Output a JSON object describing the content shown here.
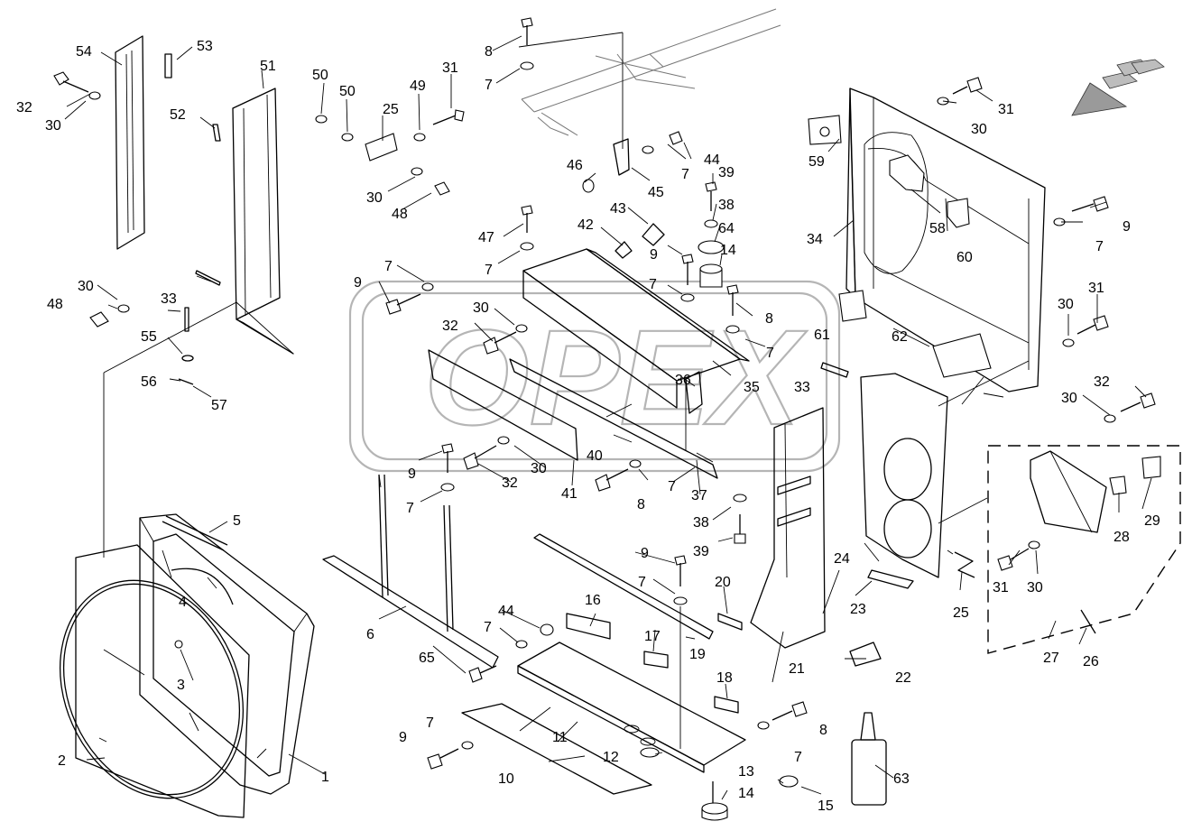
{
  "diagram": {
    "watermark_text": "OPEX",
    "callouts": [
      {
        "id": "c-1",
        "label": "1"
      },
      {
        "id": "c-2",
        "label": "2"
      },
      {
        "id": "c-3",
        "label": "3"
      },
      {
        "id": "c-4",
        "label": "4"
      },
      {
        "id": "c-5",
        "label": "5"
      },
      {
        "id": "c-6",
        "label": "6"
      },
      {
        "id": "c-7a",
        "label": "7"
      },
      {
        "id": "c-7b",
        "label": "7"
      },
      {
        "id": "c-7c",
        "label": "7"
      },
      {
        "id": "c-7d",
        "label": "7"
      },
      {
        "id": "c-7e",
        "label": "7"
      },
      {
        "id": "c-7f",
        "label": "7"
      },
      {
        "id": "c-7g",
        "label": "7"
      },
      {
        "id": "c-7h",
        "label": "7"
      },
      {
        "id": "c-7i",
        "label": "7"
      },
      {
        "id": "c-7j",
        "label": "7"
      },
      {
        "id": "c-7k",
        "label": "7"
      },
      {
        "id": "c-7l",
        "label": "7"
      },
      {
        "id": "c-7m",
        "label": "7"
      },
      {
        "id": "c-8a",
        "label": "8"
      },
      {
        "id": "c-8b",
        "label": "8"
      },
      {
        "id": "c-8c",
        "label": "8"
      },
      {
        "id": "c-8d",
        "label": "8"
      },
      {
        "id": "c-9a",
        "label": "9"
      },
      {
        "id": "c-9b",
        "label": "9"
      },
      {
        "id": "c-9c",
        "label": "9"
      },
      {
        "id": "c-9d",
        "label": "9"
      },
      {
        "id": "c-9e",
        "label": "9"
      },
      {
        "id": "c-9f",
        "label": "9"
      },
      {
        "id": "c-10",
        "label": "10"
      },
      {
        "id": "c-11",
        "label": "11"
      },
      {
        "id": "c-12",
        "label": "12"
      },
      {
        "id": "c-13",
        "label": "13"
      },
      {
        "id": "c-14a",
        "label": "14"
      },
      {
        "id": "c-14b",
        "label": "14"
      },
      {
        "id": "c-15",
        "label": "15"
      },
      {
        "id": "c-16",
        "label": "16"
      },
      {
        "id": "c-17",
        "label": "17"
      },
      {
        "id": "c-18",
        "label": "18"
      },
      {
        "id": "c-19",
        "label": "19"
      },
      {
        "id": "c-20",
        "label": "20"
      },
      {
        "id": "c-21",
        "label": "21"
      },
      {
        "id": "c-22",
        "label": "22"
      },
      {
        "id": "c-23",
        "label": "23"
      },
      {
        "id": "c-24",
        "label": "24"
      },
      {
        "id": "c-25a",
        "label": "25"
      },
      {
        "id": "c-25b",
        "label": "25"
      },
      {
        "id": "c-26",
        "label": "26"
      },
      {
        "id": "c-27",
        "label": "27"
      },
      {
        "id": "c-28",
        "label": "28"
      },
      {
        "id": "c-29",
        "label": "29"
      },
      {
        "id": "c-30a",
        "label": "30"
      },
      {
        "id": "c-30b",
        "label": "30"
      },
      {
        "id": "c-30c",
        "label": "30"
      },
      {
        "id": "c-30d",
        "label": "30"
      },
      {
        "id": "c-30e",
        "label": "30"
      },
      {
        "id": "c-30f",
        "label": "30"
      },
      {
        "id": "c-30g",
        "label": "30"
      },
      {
        "id": "c-30h",
        "label": "30"
      },
      {
        "id": "c-30i",
        "label": "30"
      },
      {
        "id": "c-30j",
        "label": "30"
      },
      {
        "id": "c-31a",
        "label": "31"
      },
      {
        "id": "c-31b",
        "label": "31"
      },
      {
        "id": "c-31c",
        "label": "31"
      },
      {
        "id": "c-31d",
        "label": "31"
      },
      {
        "id": "c-32a",
        "label": "32"
      },
      {
        "id": "c-32b",
        "label": "32"
      },
      {
        "id": "c-32c",
        "label": "32"
      },
      {
        "id": "c-32d",
        "label": "32"
      },
      {
        "id": "c-33a",
        "label": "33"
      },
      {
        "id": "c-33b",
        "label": "33"
      },
      {
        "id": "c-34",
        "label": "34"
      },
      {
        "id": "c-35",
        "label": "35"
      },
      {
        "id": "c-36",
        "label": "36"
      },
      {
        "id": "c-37",
        "label": "37"
      },
      {
        "id": "c-38a",
        "label": "38"
      },
      {
        "id": "c-38b",
        "label": "38"
      },
      {
        "id": "c-39a",
        "label": "39"
      },
      {
        "id": "c-39b",
        "label": "39"
      },
      {
        "id": "c-40",
        "label": "40"
      },
      {
        "id": "c-41",
        "label": "41"
      },
      {
        "id": "c-42",
        "label": "42"
      },
      {
        "id": "c-43",
        "label": "43"
      },
      {
        "id": "c-44a",
        "label": "44"
      },
      {
        "id": "c-44b",
        "label": "44"
      },
      {
        "id": "c-45",
        "label": "45"
      },
      {
        "id": "c-46",
        "label": "46"
      },
      {
        "id": "c-47",
        "label": "47"
      },
      {
        "id": "c-48a",
        "label": "48"
      },
      {
        "id": "c-48b",
        "label": "48"
      },
      {
        "id": "c-49",
        "label": "49"
      },
      {
        "id": "c-50a",
        "label": "50"
      },
      {
        "id": "c-50b",
        "label": "50"
      },
      {
        "id": "c-51",
        "label": "51"
      },
      {
        "id": "c-52",
        "label": "52"
      },
      {
        "id": "c-53",
        "label": "53"
      },
      {
        "id": "c-54",
        "label": "54"
      },
      {
        "id": "c-55",
        "label": "55"
      },
      {
        "id": "c-56",
        "label": "56"
      },
      {
        "id": "c-57",
        "label": "57"
      },
      {
        "id": "c-58",
        "label": "58"
      },
      {
        "id": "c-59",
        "label": "59"
      },
      {
        "id": "c-60",
        "label": "60"
      },
      {
        "id": "c-61",
        "label": "61"
      },
      {
        "id": "c-62",
        "label": "62"
      },
      {
        "id": "c-63",
        "label": "63"
      },
      {
        "id": "c-64",
        "label": "64"
      },
      {
        "id": "c-65",
        "label": "65"
      }
    ]
  }
}
